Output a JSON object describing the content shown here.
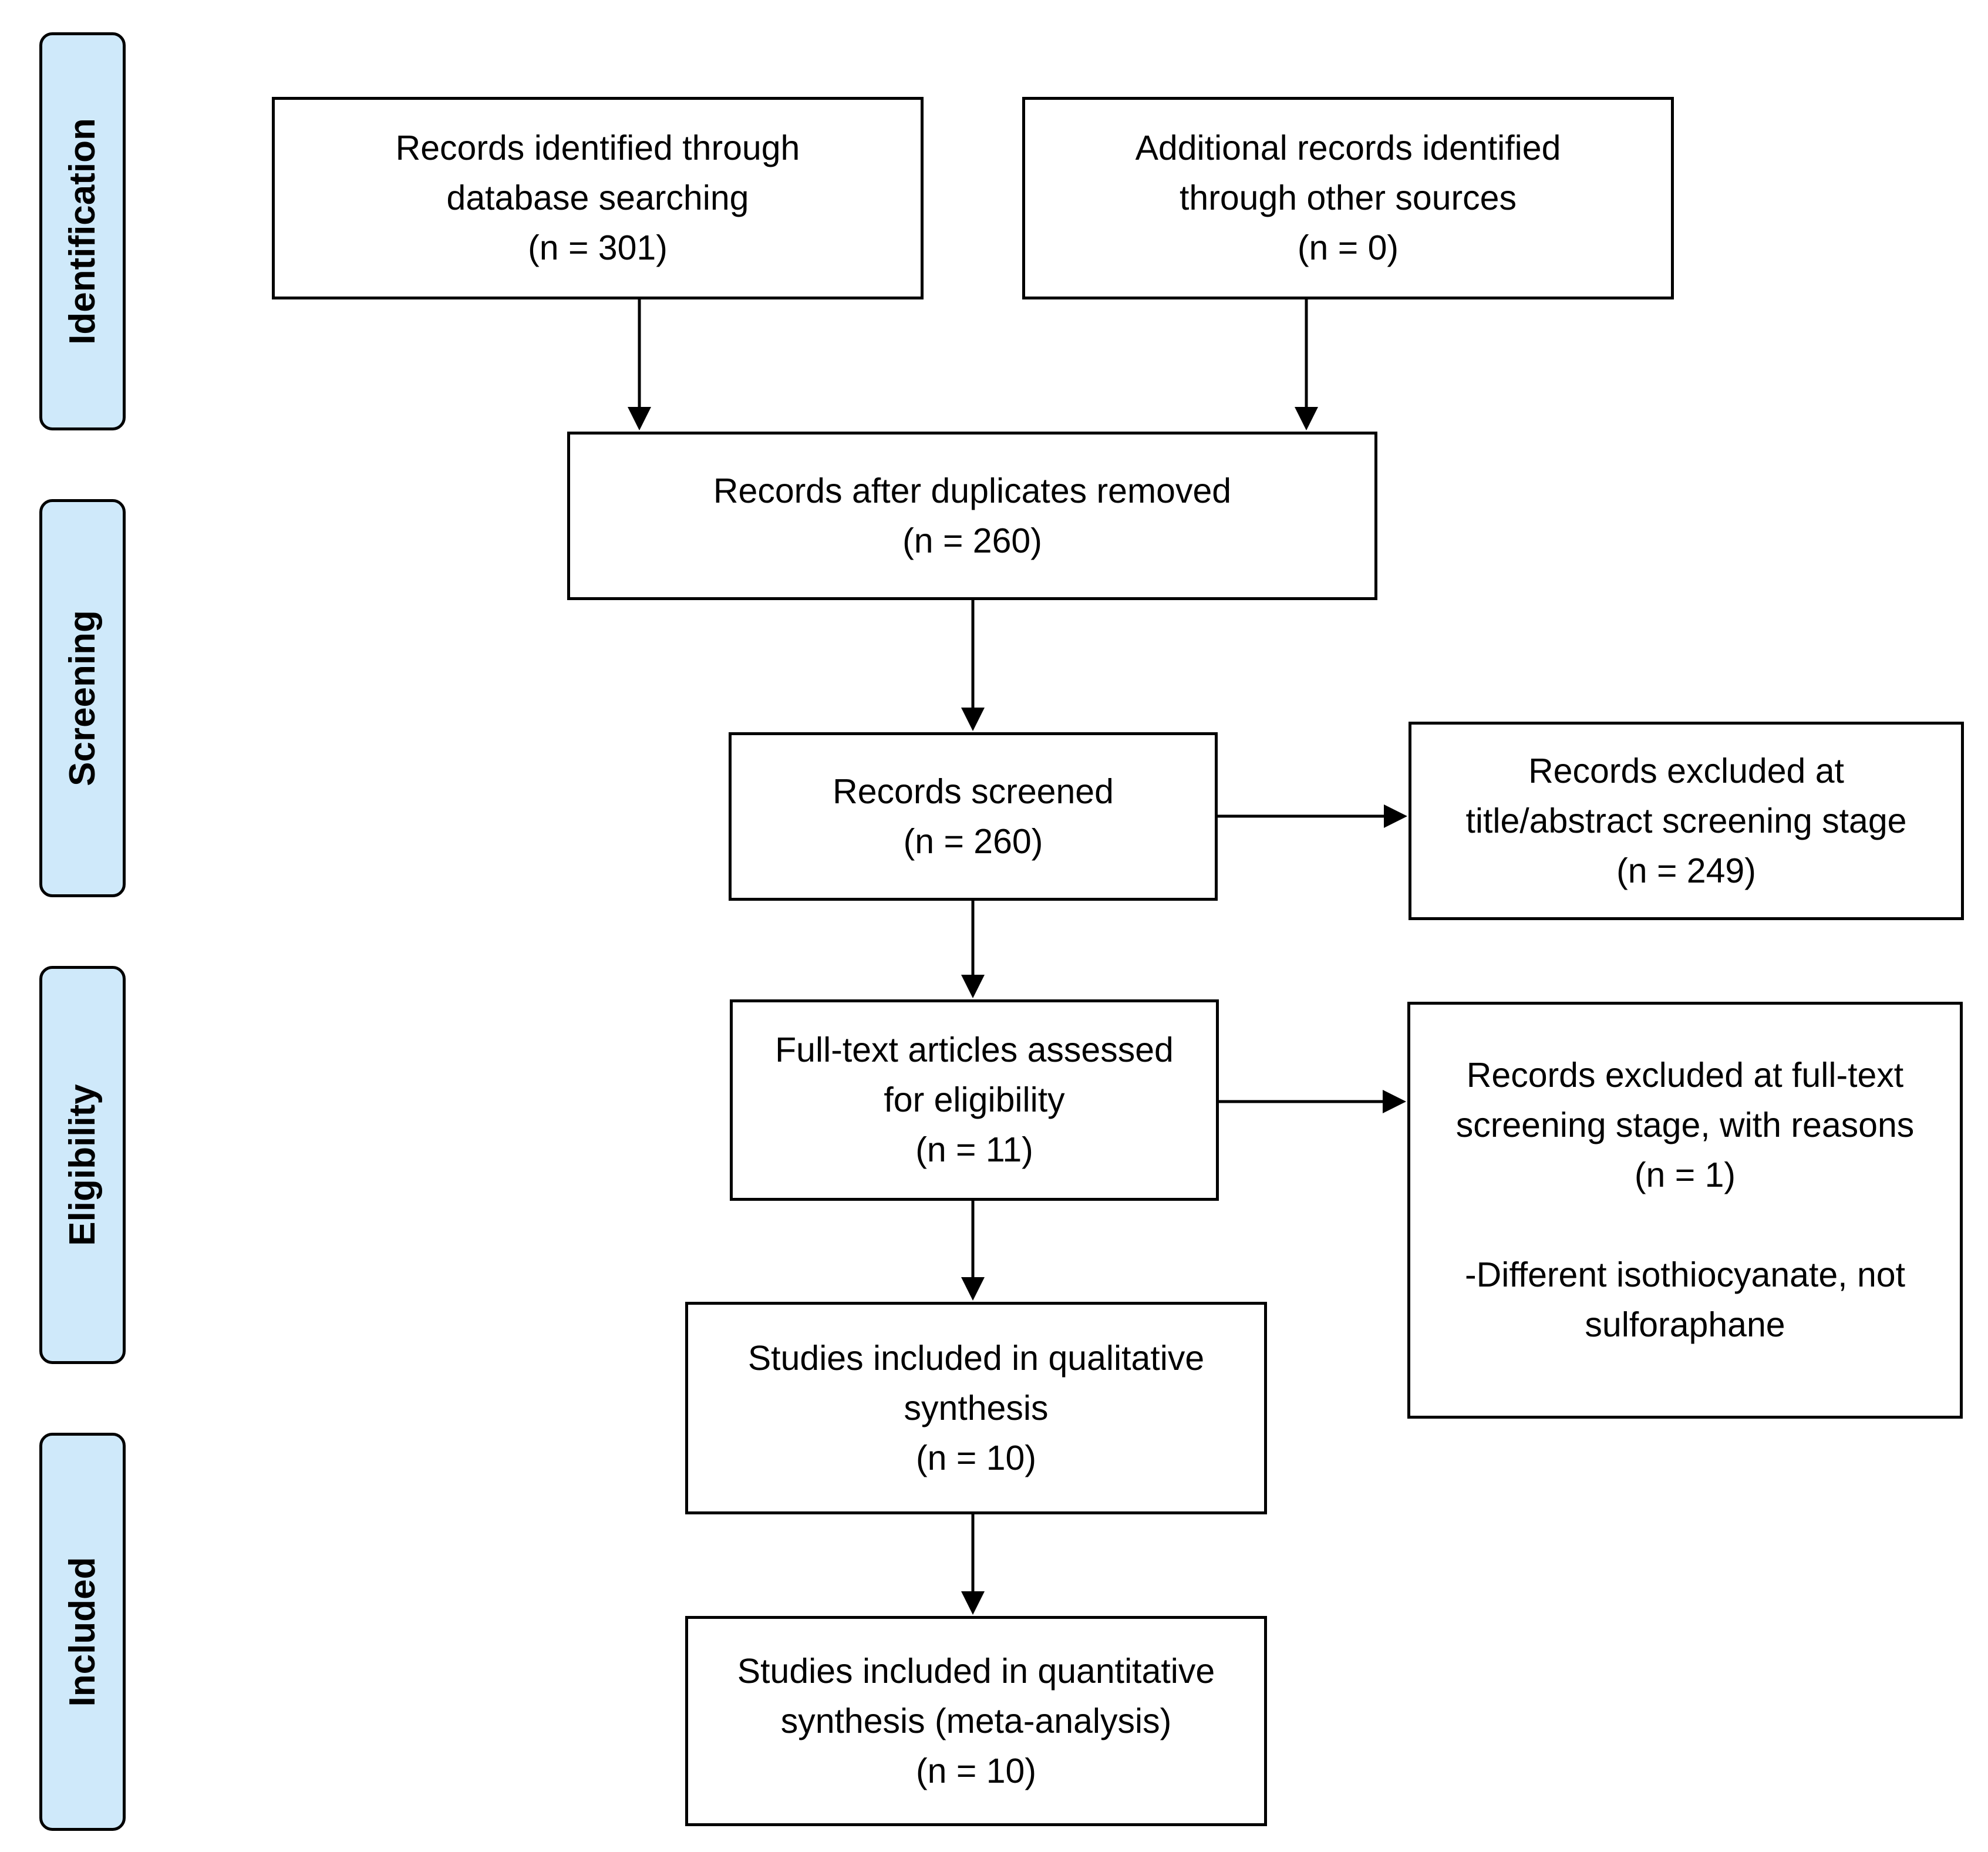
{
  "stages": {
    "identification": "Identification",
    "screening": "Screening",
    "eligibility": "Eligibility",
    "included": "Included"
  },
  "boxes": {
    "database_search": {
      "line1": "Records identified through",
      "line2": "database searching",
      "count": "(n = 301)"
    },
    "other_sources": {
      "line1": "Additional records identified",
      "line2": "through other sources",
      "count": "(n = 0)"
    },
    "duplicates_removed": {
      "line1": "Records after duplicates removed",
      "count": "(n = 260)"
    },
    "screened": {
      "line1": "Records screened",
      "count": "(n = 260)"
    },
    "excluded_title_abstract": {
      "line1": "Records excluded at",
      "line2": "title/abstract screening stage",
      "count": "(n = 249)"
    },
    "full_text_assessed": {
      "line1": "Full-text articles assessed",
      "line2": "for eligibility",
      "count": "(n = 11)"
    },
    "excluded_full_text": {
      "line1": "Records excluded at full-text",
      "line2": "screening stage, with reasons",
      "count": "(n = 1)",
      "reason_line1": "-Different isothiocyanate, not",
      "reason_line2": "sulforaphane"
    },
    "qualitative": {
      "line1": "Studies included in qualitative",
      "line2": "synthesis",
      "count": "(n = 10)"
    },
    "quantitative": {
      "line1": "Studies included in quantitative",
      "line2": "synthesis (meta-analysis)",
      "count": "(n = 10)"
    }
  }
}
